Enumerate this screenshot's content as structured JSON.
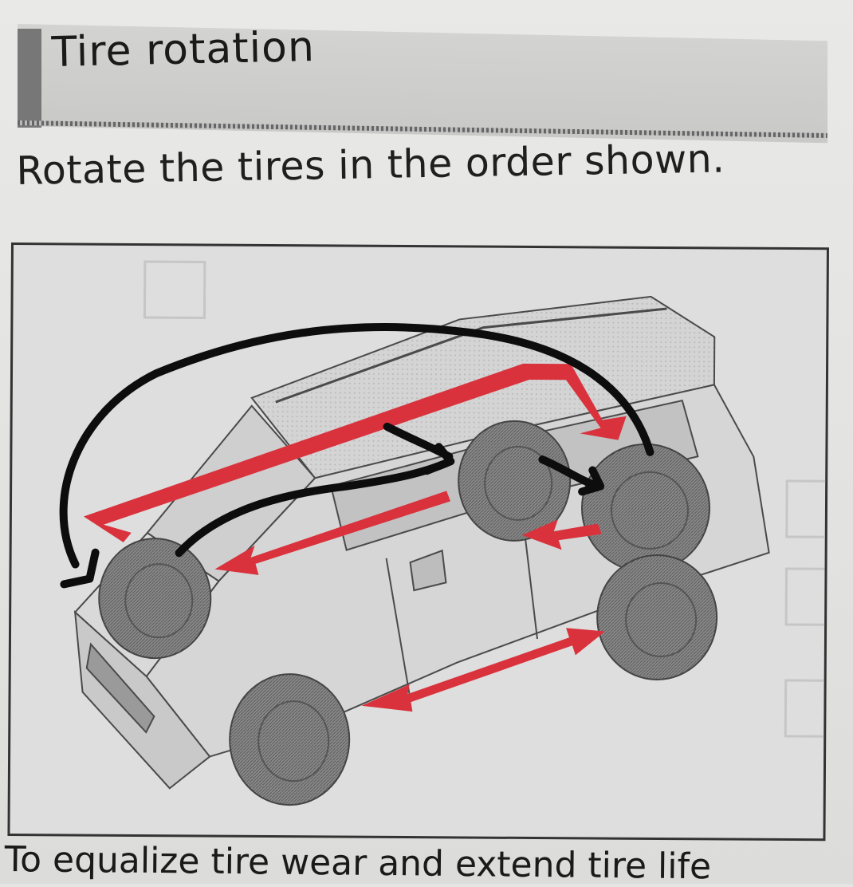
{
  "section": {
    "title": "Tire rotation",
    "intro": "Rotate the tires in the order shown."
  },
  "footer": {
    "text": "To equalize tire wear and extend tire life"
  },
  "colors": {
    "arrow_red": "#d9323c",
    "pen_black": "#0d0d0d",
    "tire_gray": "#6e6e6e"
  },
  "icons": {
    "diagram": "vehicle-tire-rotation-diagram"
  }
}
